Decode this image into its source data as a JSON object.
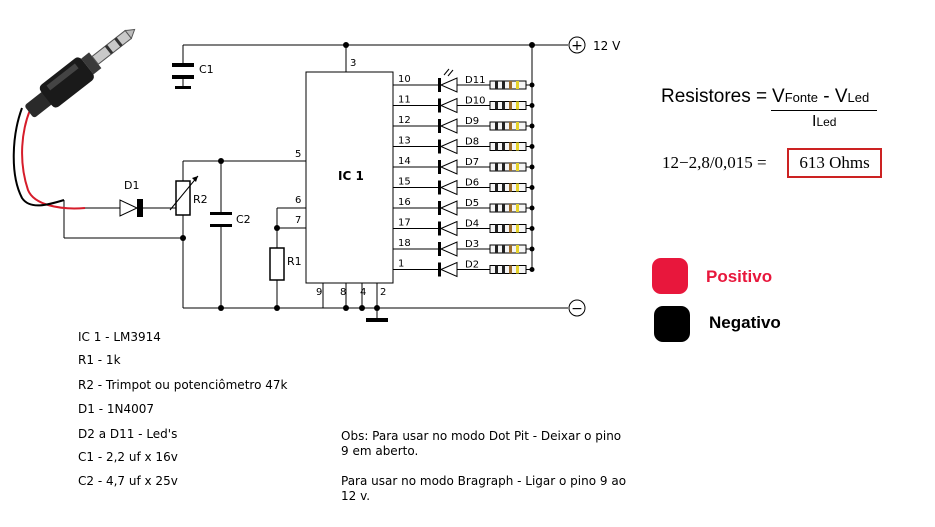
{
  "schematic": {
    "supply_positive_label": "12 V",
    "supply_negative_symbol": "−",
    "supply_positive_symbol": "+",
    "ic_label": "IC 1",
    "components": {
      "c1": "C1",
      "c2": "C2",
      "d1": "D1",
      "r1": "R1",
      "r2": "R2"
    },
    "ic_pins_top": "3",
    "ic_pins_left": [
      "5",
      "6",
      "7"
    ],
    "ic_pins_bottom": [
      "9",
      "8",
      "4",
      "2"
    ],
    "led_rows": [
      {
        "pin": "10",
        "led": "D11"
      },
      {
        "pin": "11",
        "led": "D10"
      },
      {
        "pin": "12",
        "led": "D9"
      },
      {
        "pin": "13",
        "led": "D8"
      },
      {
        "pin": "14",
        "led": "D7"
      },
      {
        "pin": "15",
        "led": "D6"
      },
      {
        "pin": "16",
        "led": "D5"
      },
      {
        "pin": "17",
        "led": "D4"
      },
      {
        "pin": "18",
        "led": "D3"
      },
      {
        "pin": "1",
        "led": "D2"
      }
    ]
  },
  "parts_list": [
    "IC 1 - LM3914",
    "R1 - 1k",
    "R2 - Trimpot ou potenciômetro 47k",
    "D1 - 1N4007",
    "D2 a D11 - Led's",
    "C1 - 2,2 uf x 16v",
    "C2 - 4,7 uf x 25v"
  ],
  "notes": {
    "dot_mode": "Obs: Para usar no modo Dot Pit - Deixar o pino 9 em aberto.",
    "bar_mode": "Para usar no modo Bragraph - Ligar o pino 9 ao 12 v."
  },
  "formula": {
    "lhs": "Resistores =",
    "numerator_v1": "V",
    "numerator_sub1": "Fonte",
    "numerator_sep": " - V",
    "numerator_sub2": "Led",
    "denominator_i": "I",
    "denominator_sub": "Led",
    "calc": "12−2,8/0,015 =",
    "result": "613 Ohms",
    "result_border_color": "#cc2222"
  },
  "legend": [
    {
      "label": "Positivo",
      "color": "#e8173c",
      "text_color": "#e8173c"
    },
    {
      "label": "Negativo",
      "color": "#000000",
      "text_color": "#000000"
    }
  ]
}
